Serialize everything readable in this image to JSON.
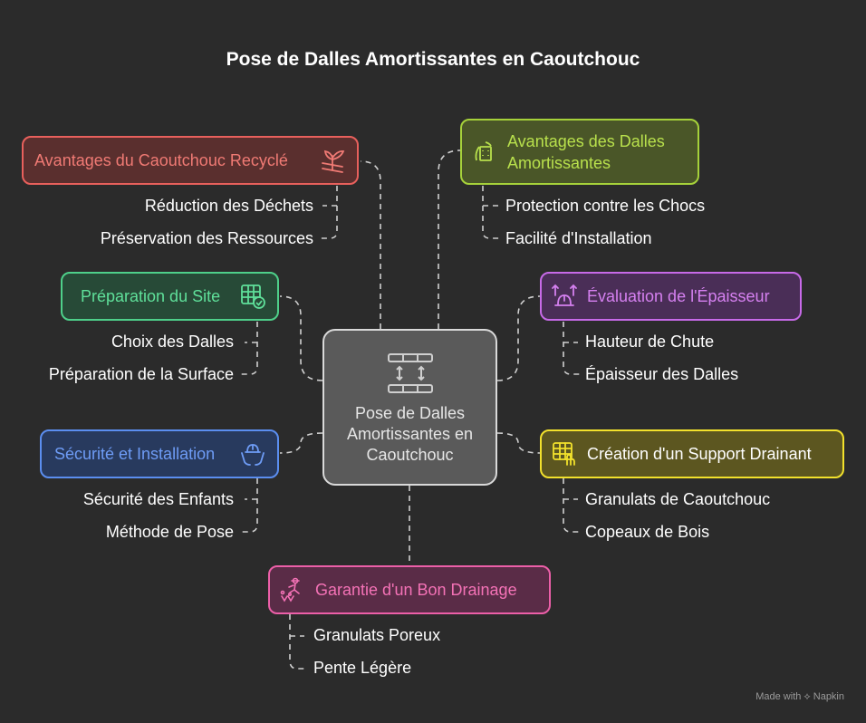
{
  "title": "Pose de Dalles Amortissantes en Caoutchouc",
  "center": {
    "label": "Pose de Dalles Amortissantes en Caoutchouc",
    "icon": "rubber-tile-grid-icon"
  },
  "branches": {
    "recycled": {
      "label": "Avantages du Caoutchouc Recyclé",
      "icon": "recycle-plant-icon",
      "color": "#e8605c",
      "items": [
        "Réduction des Déchets",
        "Préservation des Ressources"
      ]
    },
    "benefits": {
      "label": "Avantages des Dalles Amortissantes",
      "icon": "building-shield-icon",
      "color": "#a6d23a",
      "items": [
        "Protection contre les Chocs",
        "Facilité d'Installation"
      ]
    },
    "preparation": {
      "label": "Préparation du Site",
      "icon": "grid-check-icon",
      "color": "#4ed08a",
      "items": [
        "Choix des Dalles",
        "Préparation de la Surface"
      ]
    },
    "thickness": {
      "label": "Évaluation de l'Épaisseur",
      "icon": "arrows-hardhat-icon",
      "color": "#c76ae8",
      "items": [
        "Hauteur de Chute",
        "Épaisseur des Dalles"
      ]
    },
    "safety": {
      "label": "Sécurité et Installation",
      "icon": "hands-hardhat-icon",
      "color": "#5b8ef0",
      "items": [
        "Sécurité des Enfants",
        "Méthode de Pose"
      ]
    },
    "support": {
      "label": "Création d'un Support Drainant",
      "icon": "grid-hand-icon",
      "color": "#f2e12c",
      "items": [
        "Granulats de Caoutchouc",
        "Copeaux de Bois"
      ]
    },
    "drainage": {
      "label": "Garantie d'un Bon Drainage",
      "icon": "gardener-icon",
      "color": "#ec5fa8",
      "items": [
        "Granulats Poreux",
        "Pente Légère"
      ]
    }
  },
  "watermark": "Made with ⟡ Napkin"
}
